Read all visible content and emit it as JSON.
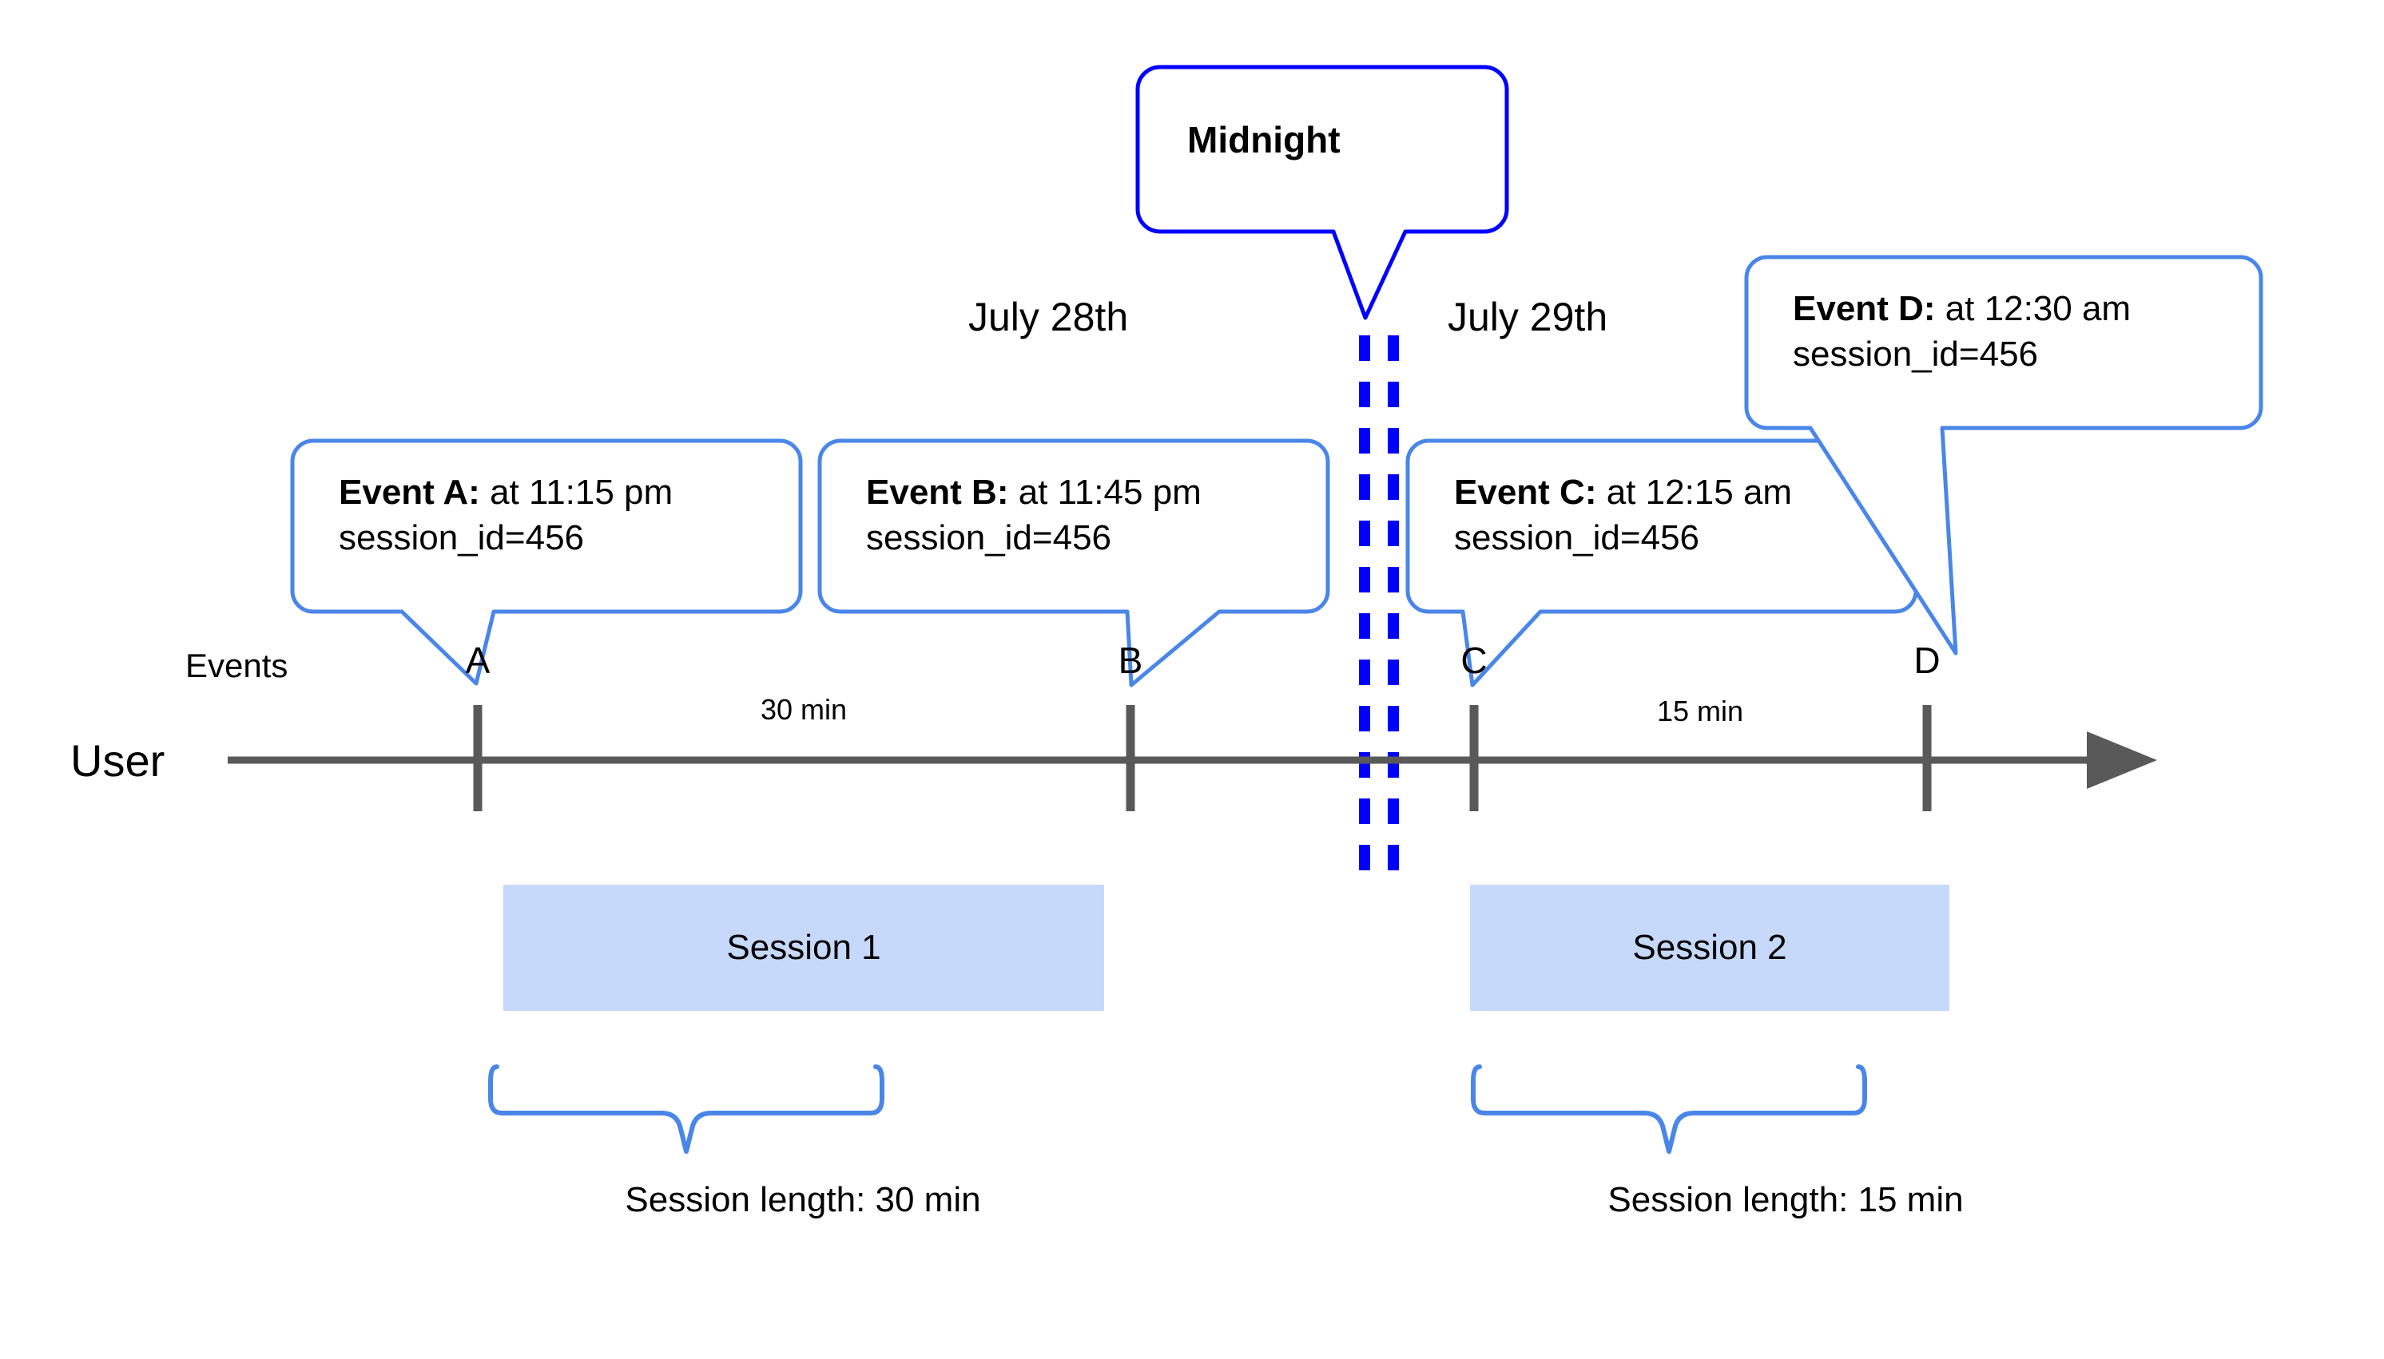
{
  "diagram": {
    "title_callout": {
      "label": "Midnight"
    },
    "dates": [
      {
        "label": "July 28th"
      },
      {
        "label": "July 29th"
      }
    ],
    "lane_label": "User",
    "events_row_label": "Events",
    "events": [
      {
        "marker": "A",
        "lead": "Event A:",
        "detail": " at 11:15 pm",
        "line2": "session_id=456"
      },
      {
        "marker": "B",
        "lead": "Event B:",
        "detail": " at 11:45 pm",
        "line2": "session_id=456"
      },
      {
        "marker": "C",
        "lead": "Event C:",
        "detail": " at 12:15 am",
        "line2": "session_id=456"
      },
      {
        "marker": "D",
        "lead": "Event D:",
        "detail": " at 12:30 am",
        "line2": "session_id=456"
      }
    ],
    "gaps": [
      {
        "label": "30 min"
      },
      {
        "label": "15 min"
      }
    ],
    "sessions": [
      {
        "name": "Session 1",
        "length_label": "Session length: 30 min"
      },
      {
        "name": "Session 2",
        "length_label": "Session length: 15 min"
      }
    ],
    "colors": {
      "callout_border": "#4a86e8",
      "midnight_border": "#0000ff",
      "midnight_dashes": "#0000ff",
      "session_fill": "#c6d9fb",
      "brace": "#4a86e8",
      "axis": "#595959",
      "text": "#000000",
      "background": "#ffffff"
    }
  }
}
